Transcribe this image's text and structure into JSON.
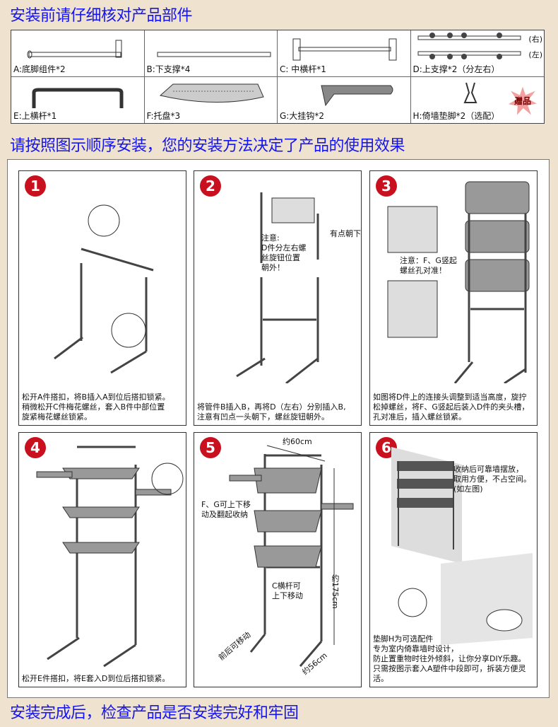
{
  "headings": {
    "check_parts": "安装前请仔细核对产品部件",
    "install_order": "请按照图示顺序安装，您的安装方法决定了产品的使用效果",
    "final_check": "安装完成后，检查产品是否安装完好和牢固"
  },
  "parts": [
    {
      "label": "A:底脚组件*2"
    },
    {
      "label": "B:下支撑*4"
    },
    {
      "label": "C: 中横杆*1"
    },
    {
      "label": "D:上支撑*2（分左右）",
      "right": "(右)",
      "left": "(左)"
    },
    {
      "label": "E:上横杆*1"
    },
    {
      "label": "F:托盘*3"
    },
    {
      "label": "G:大挂钩*2"
    },
    {
      "label": "H:倚墙垫脚*2（选配）",
      "gift": "赠品"
    }
  ],
  "steps": [
    {
      "num": "1",
      "caption": "松开A件搭扣，将B插入A到位后搭扣锁紧。\n稍微松开C件梅花螺丝，套入B件中部位置\n旋紧梅花螺丝锁紧。"
    },
    {
      "num": "2",
      "caption": "将管件B插入B，再将D（左右）分别插入B,\n注意有凹点一头朝下，螺丝旋钮朝外。",
      "note": "注意:\nD件分左右螺\n丝旋钮位置\n朝外！",
      "note2": "有点朝下"
    },
    {
      "num": "3",
      "caption": "如图将D件上的连接头调整到适当高度，旋拧\n松掉螺丝，将F、G竖起后装入D件的夹头槽，\n孔对准后，插入螺丝锁紧。",
      "note": "注意：F、G竖起\n螺丝孔对准！"
    },
    {
      "num": "4",
      "caption": "松开E件搭扣，将E套入D到位后搭扣锁紧。"
    },
    {
      "num": "5",
      "caption": "",
      "note": "F、G可上下移\n动及翻起收纳",
      "note2": "C横杆可\n上下移动",
      "width": "约60cm",
      "height": "约175cm",
      "depth": "约56cm",
      "move": "前后可移动"
    },
    {
      "num": "6",
      "caption": "垫脚H为可选配件\n专为室内倚靠墙时设计，\n防止置重物时往外倾斜，让你分享DIY乐趣。\n只需按图示套入A塑件中段即可，拆装方便灵活。",
      "note": "收纳后可靠墙摆放，\n取用方便，不占空间。\n(如左图)"
    }
  ]
}
